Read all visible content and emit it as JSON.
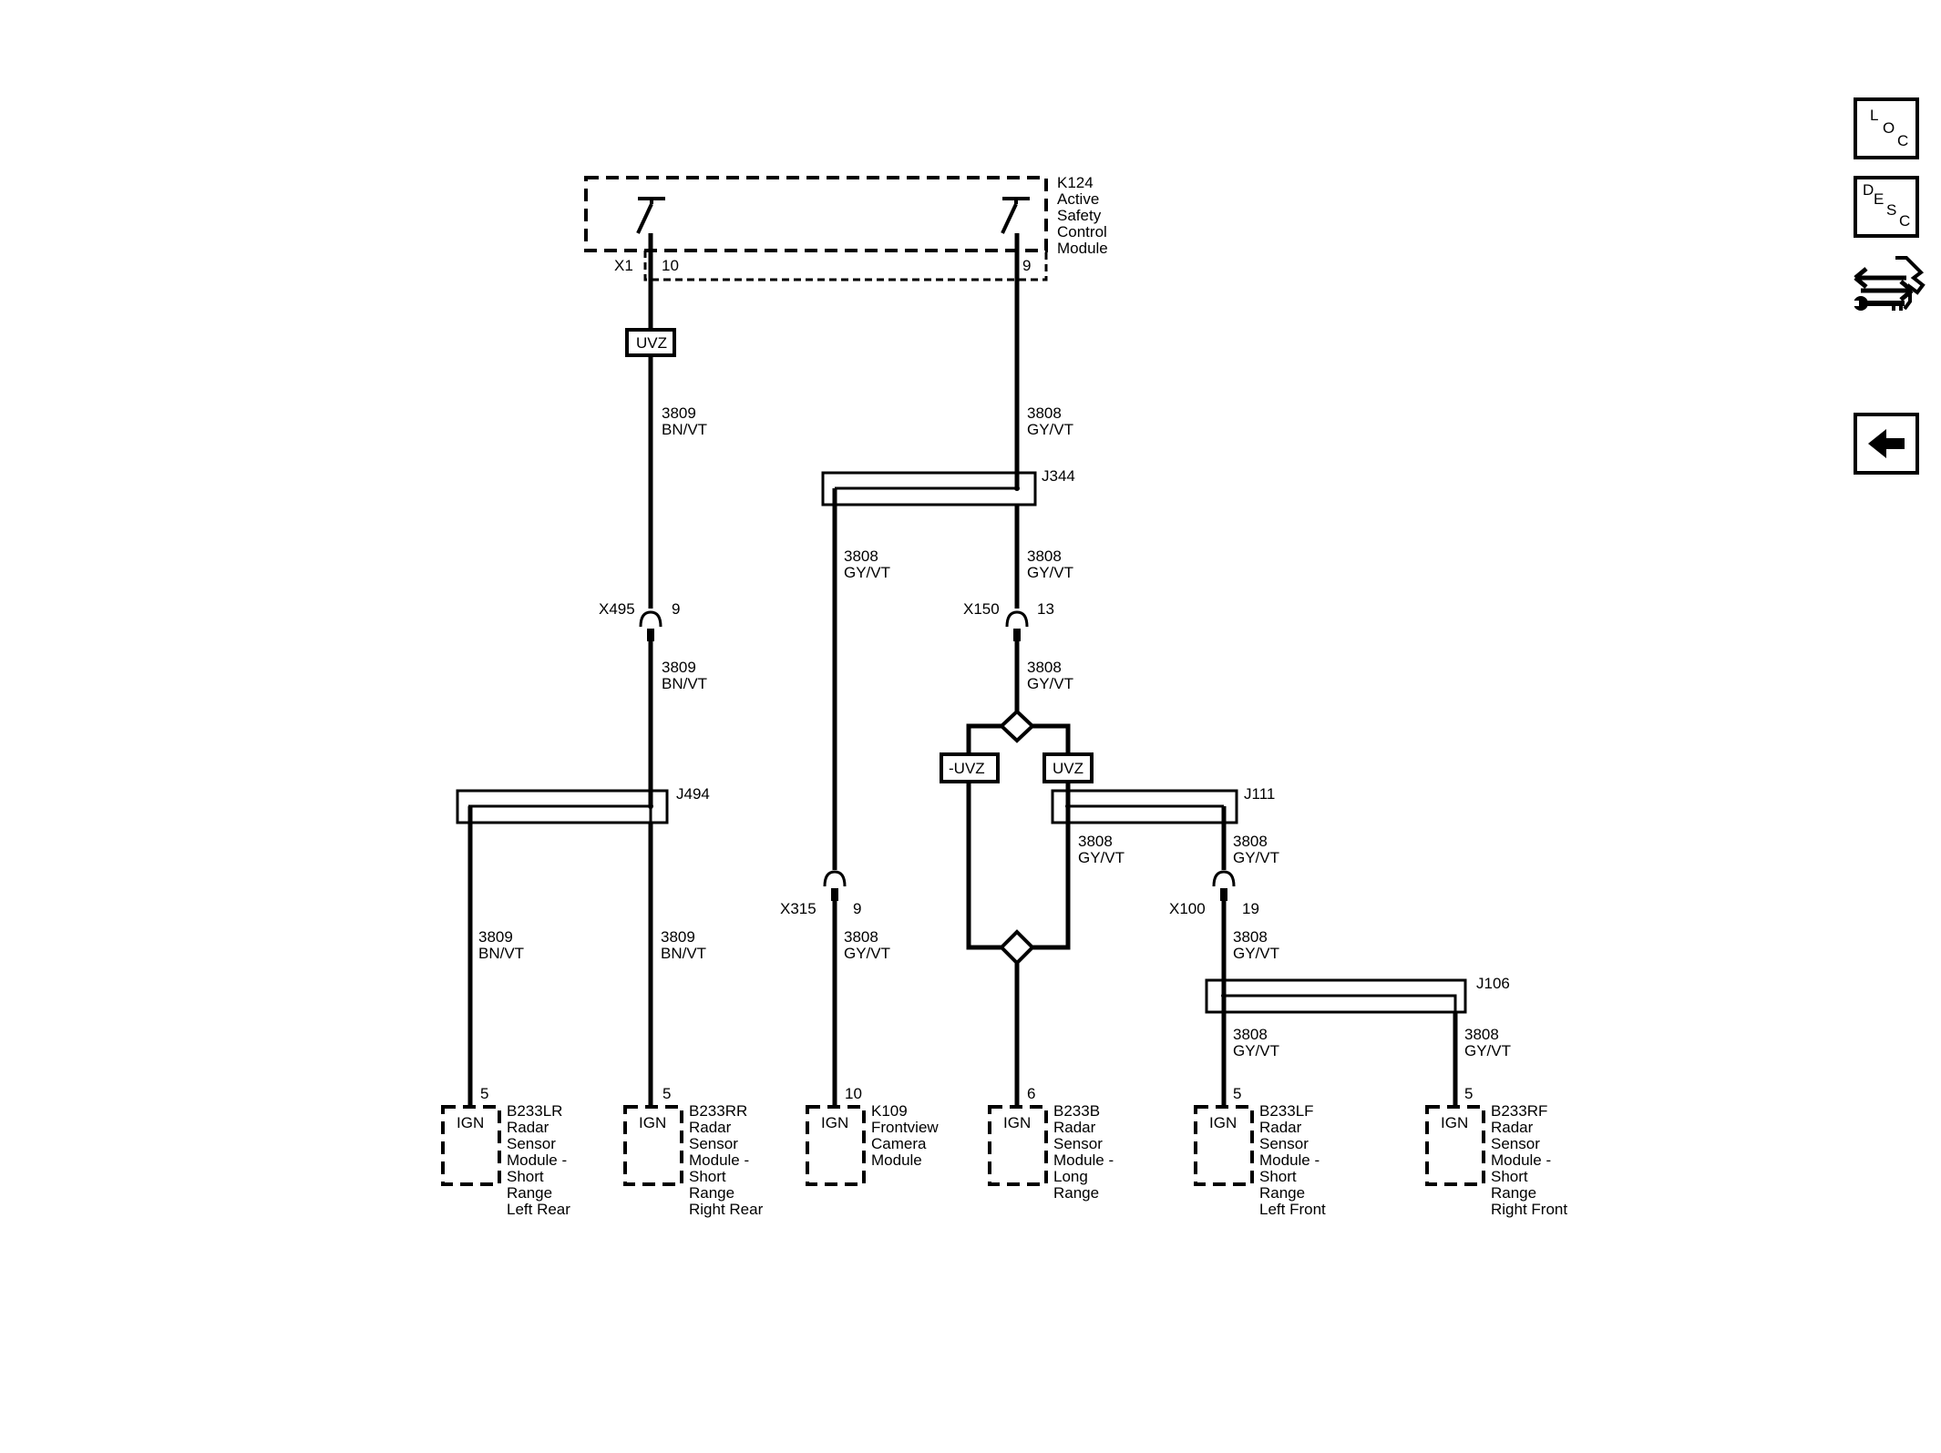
{
  "sidebar": {
    "loc_letters": [
      "L",
      "O",
      "C"
    ],
    "desc_letters": [
      "D",
      "E",
      "S",
      "C"
    ],
    "service_icon": "arrows-wrench-icon",
    "back_icon": "back-arrow-icon"
  },
  "module": {
    "id": "K124",
    "name_lines": [
      "Active",
      "Safety",
      "Control",
      "Module"
    ],
    "connector": "X1",
    "pins": [
      "10",
      "9"
    ]
  },
  "boxes": {
    "uvz": "UVZ",
    "neg_uvz": "-UVZ"
  },
  "inline_connectors": [
    {
      "name": "X495",
      "pin": "9"
    },
    {
      "name": "X150",
      "pin": "13"
    },
    {
      "name": "X315",
      "pin": "9"
    },
    {
      "name": "X100",
      "pin": "19"
    }
  ],
  "splices": [
    "J344",
    "J494",
    "J111",
    "J106"
  ],
  "wires": {
    "w3809": {
      "circuit": "3809",
      "color": "BN/VT"
    },
    "w3808": {
      "circuit": "3808",
      "color": "GY/VT"
    }
  },
  "components": [
    {
      "pin": "5",
      "terminal": "IGN",
      "id": "B233LR",
      "lines": [
        "Radar",
        "Sensor",
        "Module -",
        "Short",
        "Range",
        "Left Rear"
      ]
    },
    {
      "pin": "5",
      "terminal": "IGN",
      "id": "B233RR",
      "lines": [
        "Radar",
        "Sensor",
        "Module -",
        "Short",
        "Range",
        "Right Rear"
      ]
    },
    {
      "pin": "10",
      "terminal": "IGN",
      "id": "K109",
      "lines": [
        "Frontview",
        "Camera",
        "Module"
      ]
    },
    {
      "pin": "6",
      "terminal": "IGN",
      "id": "B233B",
      "lines": [
        "Radar",
        "Sensor",
        "Module -",
        "Long",
        "Range"
      ]
    },
    {
      "pin": "5",
      "terminal": "IGN",
      "id": "B233LF",
      "lines": [
        "Radar",
        "Sensor",
        "Module -",
        "Short",
        "Range",
        "Left Front"
      ]
    },
    {
      "pin": "5",
      "terminal": "IGN",
      "id": "B233RF",
      "lines": [
        "Radar",
        "Sensor",
        "Module -",
        "Short",
        "Range",
        "Right Front"
      ]
    }
  ]
}
